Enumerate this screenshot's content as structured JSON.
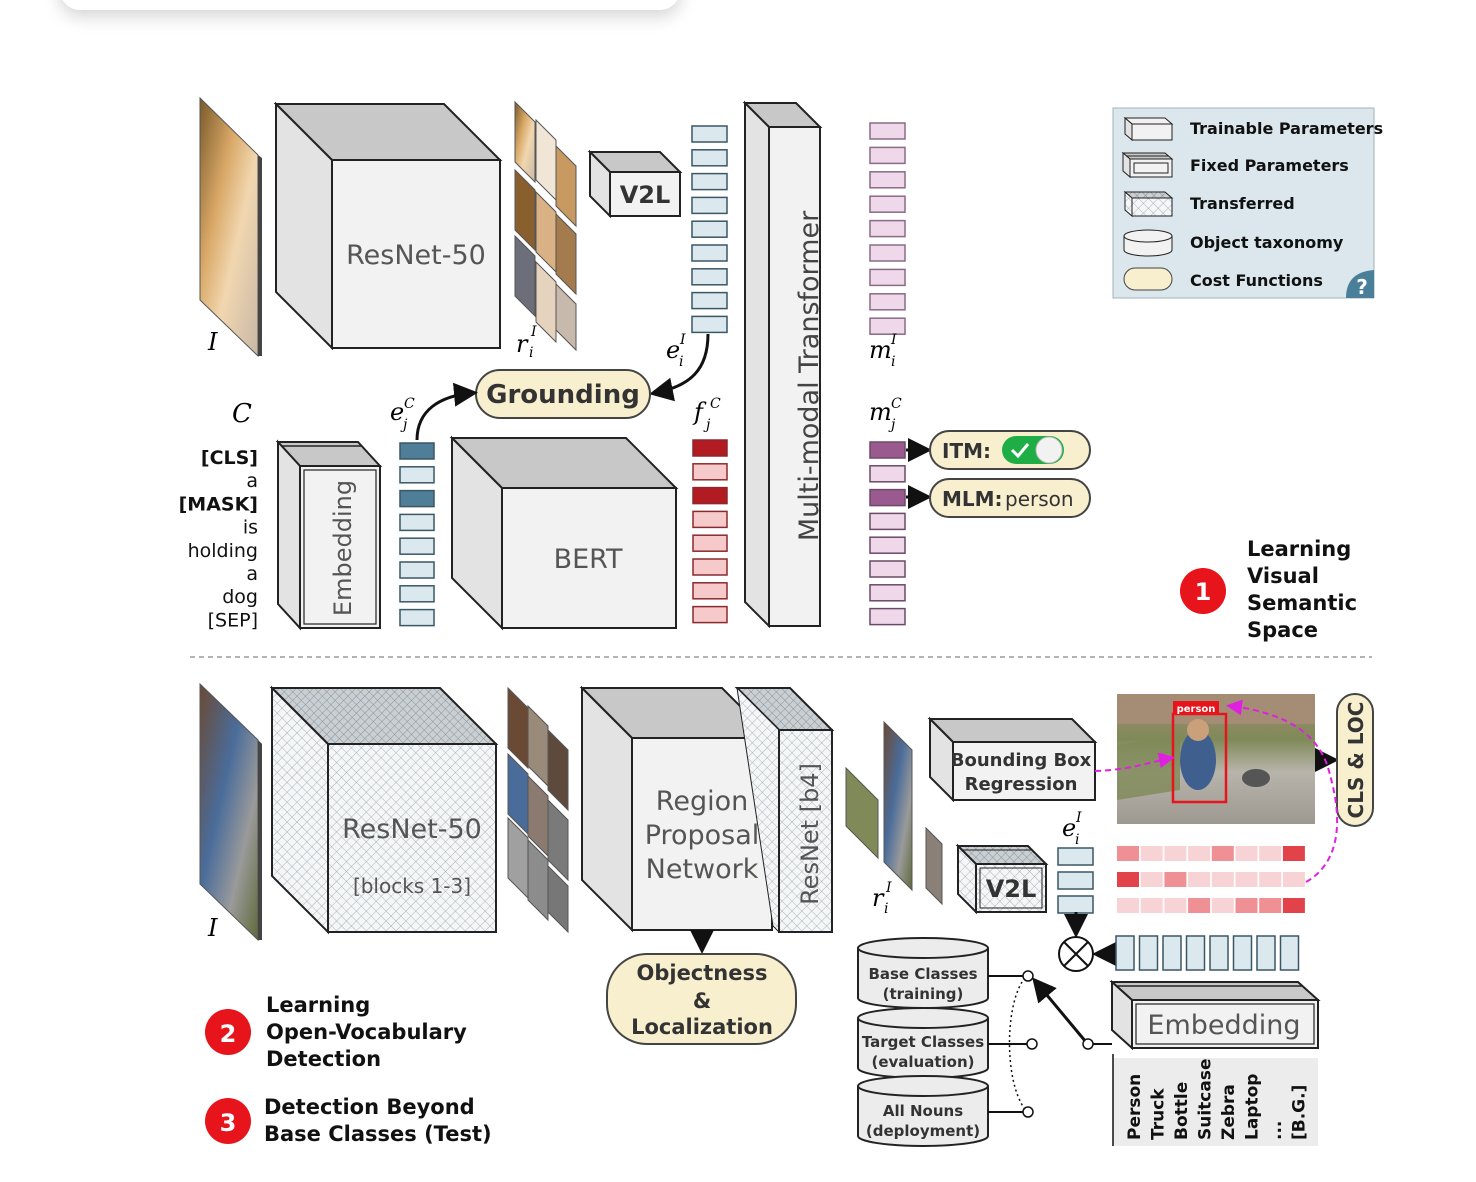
{
  "legend": {
    "trainable": "Trainable Parameters",
    "fixed": "Fixed Parameters",
    "transferred": "Transferred",
    "taxonomy": "Object taxonomy",
    "cost": "Cost Functions",
    "help": "?"
  },
  "stage1": {
    "image_label": "I",
    "resnet": "ResNet-50",
    "region_label": "r",
    "v2l": "V2L",
    "emb_img_label": "e",
    "transformer": "Multi-modal Transformer",
    "m_img_label": "m",
    "grounding": "Grounding",
    "caption_label": "C",
    "tokens": [
      "[CLS]",
      "a",
      "[MASK]",
      "is",
      "holding",
      "a",
      "dog",
      "[SEP]"
    ],
    "embedding": "Embedding",
    "emb_cap_label": "e",
    "bert": "BERT",
    "f_label": "f",
    "m_cap_label": "m",
    "itm": "ITM:",
    "mlm_key": "MLM:",
    "mlm_val": "person",
    "step_num": "1",
    "step_title": [
      "Learning",
      "Visual",
      "Semantic",
      "Space"
    ]
  },
  "stage2": {
    "image_label": "I",
    "resnet": "ResNet-50",
    "resnet_sub": "[blocks 1-3]",
    "rpn": [
      "Region",
      "Proposal",
      "Network"
    ],
    "resnet_b4": "ResNet [b4]",
    "region_label": "r",
    "bbox": [
      "Bounding Box",
      "Regression"
    ],
    "v2l": "V2L",
    "emb_label": "e",
    "person_tag": "person",
    "cls_loc": "CLS & LOC",
    "objectness": [
      "Objectness",
      "&",
      "Localization"
    ],
    "db_base": [
      "Base Classes",
      "(training)"
    ],
    "db_target": [
      "Target Classes",
      "(evaluation)"
    ],
    "db_all": [
      "All Nouns",
      "(deployment)"
    ],
    "embedding": "Embedding",
    "vocab": [
      "Person",
      "Truck",
      "Bottle",
      "Suitcase",
      "Zebra",
      "Laptop",
      "...",
      "[B.G.]"
    ],
    "step2_num": "2",
    "step2_title": [
      "Learning",
      "Open-Vocabulary",
      "Detection"
    ],
    "step3_num": "3",
    "step3_title": [
      "Detection Beyond",
      "Base Classes (Test)"
    ]
  },
  "colors": {
    "cube_light": "#f2f2f2",
    "cube_top": "#c8c8c8",
    "cube_side": "#e0e0e0",
    "blue_box": "#dbe9ef",
    "blue_dark": "#4f7f98",
    "purple_box": "#eed8ea",
    "purple_dark": "#9a5a90",
    "red_dark": "#b31b22",
    "red_light": "#f6c9cb",
    "cost_fill": "#f8efcf",
    "legend_bg": "#dbe7ec",
    "step_red": "#e8141c",
    "magenta": "#e020e0",
    "toggle_green": "#1fae46"
  }
}
